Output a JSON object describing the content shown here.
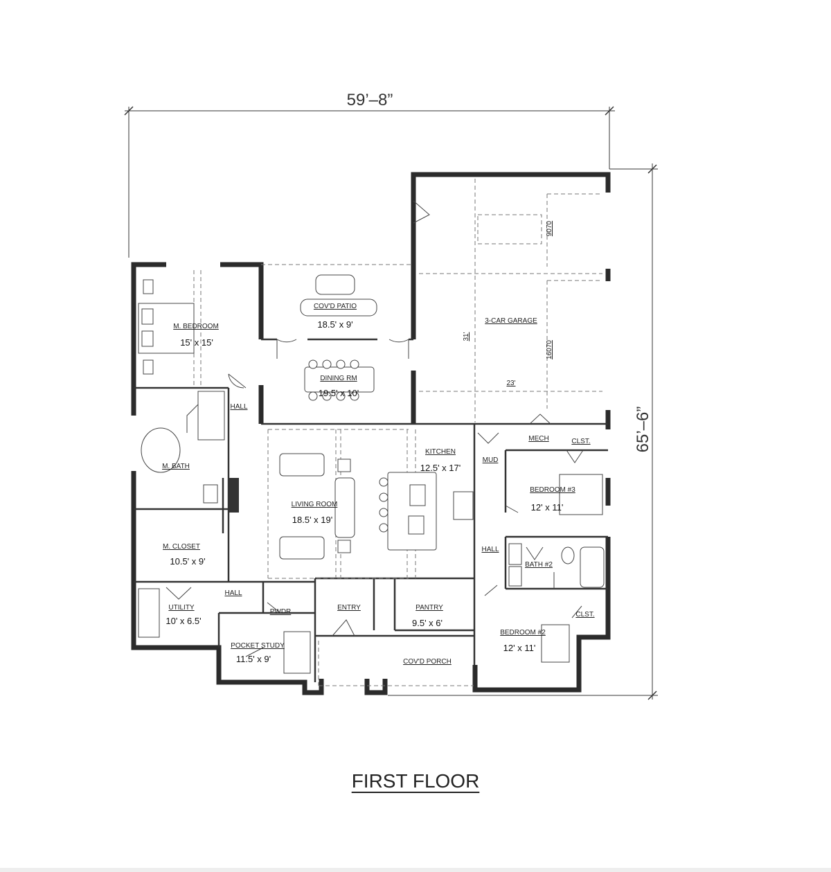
{
  "plan": {
    "width_label": "59’–8”",
    "depth_label": "65’–6”",
    "title": "FIRST FLOOR"
  },
  "rooms": {
    "m_bedroom": {
      "name": "M. BEDROOM",
      "size": "15' x 15'"
    },
    "covd_patio": {
      "name": "COV'D PATIO",
      "size": "18.5' x 9'"
    },
    "dining_rm": {
      "name": "DINING RM",
      "size": "19.5' x 10'"
    },
    "garage": {
      "name": "3-CAR GARAGE",
      "depth": "31'",
      "width": "23'",
      "door1": "9070",
      "door2": "16070"
    },
    "hall_1": {
      "name": "HALL"
    },
    "living_room": {
      "name": "LIVING ROOM",
      "size": "18.5' x 19'"
    },
    "kitchen": {
      "name": "KITCHEN",
      "size": "12.5' x 17'"
    },
    "mud": {
      "name": "MUD"
    },
    "mech": {
      "name": "MECH"
    },
    "clst_1": {
      "name": "CLST."
    },
    "bedroom_3": {
      "name": "BEDROOM #3",
      "size": "12' x 11'"
    },
    "m_bath": {
      "name": "M. BATH"
    },
    "m_closet": {
      "name": "M. CLOSET",
      "size": "10.5' x 9'"
    },
    "hall_2": {
      "name": "HALL"
    },
    "bath_2": {
      "name": "BATH #2"
    },
    "utility": {
      "name": "UTILITY",
      "size": "10' x 6.5'"
    },
    "hall_3": {
      "name": "HALL"
    },
    "pwdr": {
      "name": "PWDR"
    },
    "entry": {
      "name": "ENTRY"
    },
    "pantry": {
      "name": "PANTRY",
      "size": "9.5' x 6'"
    },
    "bedroom_2": {
      "name": "BEDROOM #2",
      "size": "12' x 11'"
    },
    "clst_2": {
      "name": "CLST."
    },
    "pocket_study": {
      "name": "POCKET STUDY",
      "size": "11.5' x 9'"
    },
    "covd_porch": {
      "name": "COV'D PORCH"
    }
  }
}
